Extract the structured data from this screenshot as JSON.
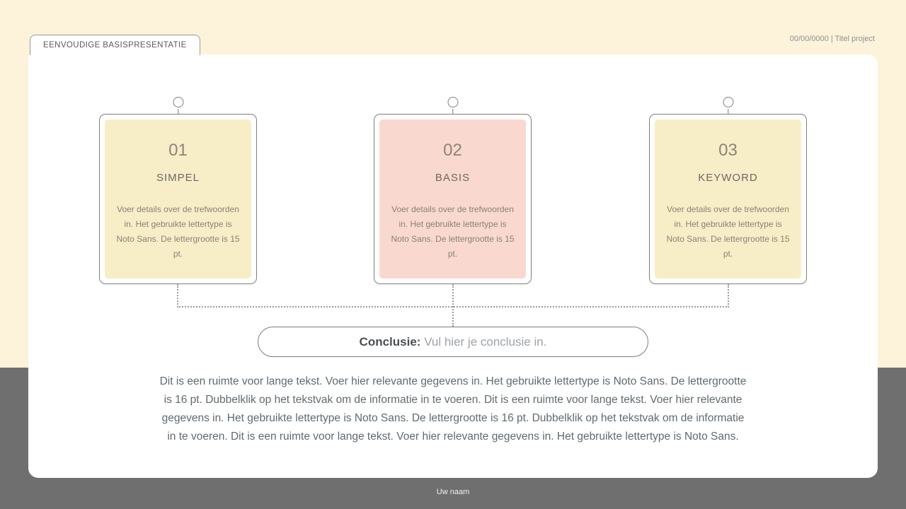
{
  "header": {
    "tab_title": "EENVOUDIGE BASISPRESENTATIE",
    "meta": "00/00/0000  |  Titel project"
  },
  "cards": [
    {
      "number": "01",
      "title": "SIMPEL",
      "body": "Voer details over de trefwoorden in. Het gebruikte lettertype is Noto Sans. De lettergrootte is 15 pt.",
      "fill": "#f7eec8"
    },
    {
      "number": "02",
      "title": "BASIS",
      "body": "Voer details over de trefwoorden in. Het gebruikte lettertype is Noto Sans. De lettergrootte is 15 pt.",
      "fill": "#f9d9cf"
    },
    {
      "number": "03",
      "title": "KEYWORD",
      "body": "Voer details over de trefwoorden in. Het gebruikte lettertype is Noto Sans. De lettergrootte is 15 pt.",
      "fill": "#f7eec8"
    }
  ],
  "conclusion": {
    "label": "Conclusie:",
    "text": " Vul hier je conclusie in."
  },
  "body_paragraph": "Dit is een ruimte voor lange tekst. Voer hier relevante gegevens in. Het gebruikte lettertype is Noto Sans. De lettergrootte is 16 pt. Dubbelklik op het tekstvak om de informatie in te voeren. Dit is een ruimte voor lange tekst. Voer hier relevante gegevens in. Het gebruikte lettertype is Noto Sans. De lettergrootte is 16 pt. Dubbelklik op het tekstvak om de informatie in te voeren. Dit is een ruimte voor lange tekst. Voer hier relevante gegevens in. Het gebruikte lettertype is Noto Sans.",
  "footer": {
    "author": "Uw naam"
  },
  "colors": {
    "background_top": "#fcf3da",
    "background_bottom": "#6f6f6f",
    "slide_background": "#ffffff",
    "card_yellow": "#f7eec8",
    "card_pink": "#f9d9cf",
    "outline_gray": "#7e7e7e",
    "title_text": "#6e675e",
    "card_body_text": "#8a8173",
    "paragraph_text": "#5f6a70"
  }
}
